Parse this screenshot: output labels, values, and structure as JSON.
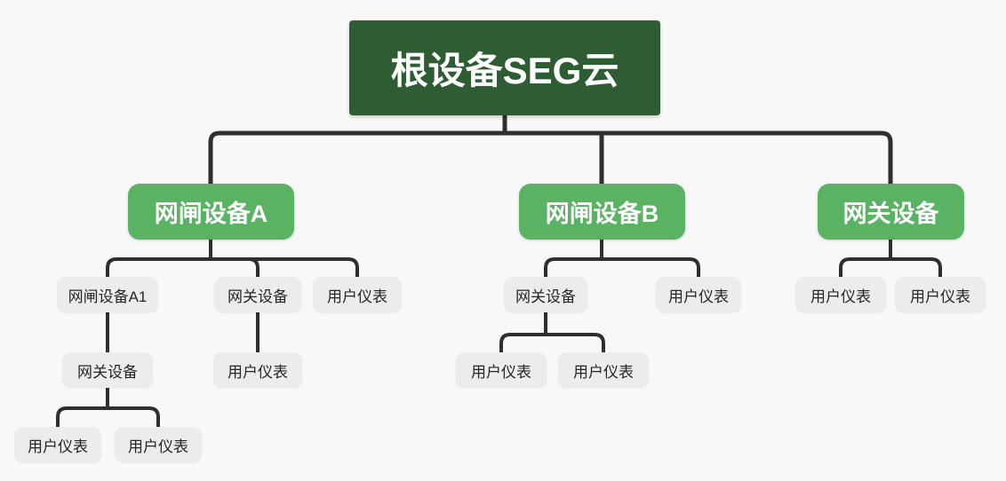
{
  "colors": {
    "canvas_bg": "#f8f8f8",
    "line_color": "#2f2f2f",
    "root_fill": "#2e5c33",
    "root_text": "#ffffff",
    "branch_fill": "#5ab263",
    "branch_text": "#ffffff",
    "leaf_fill": "#ececec",
    "leaf_text": "#262626"
  },
  "diagram": {
    "type": "tree",
    "root": {
      "label": "根设备SEG云",
      "type": "root",
      "children": [
        {
          "label": "网闸设备A",
          "type": "branch",
          "children": [
            {
              "label": "网闸设备A1",
              "type": "leaf",
              "children": [
                {
                  "label": "网关设备",
                  "type": "leaf",
                  "children": [
                    {
                      "label": "用户仪表",
                      "type": "leaf"
                    },
                    {
                      "label": "用户仪表",
                      "type": "leaf"
                    }
                  ]
                }
              ]
            },
            {
              "label": "网关设备",
              "type": "leaf",
              "children": [
                {
                  "label": "用户仪表",
                  "type": "leaf"
                }
              ]
            },
            {
              "label": "用户仪表",
              "type": "leaf"
            }
          ]
        },
        {
          "label": "网闸设备B",
          "type": "branch",
          "children": [
            {
              "label": "网关设备",
              "type": "leaf",
              "children": [
                {
                  "label": "用户仪表",
                  "type": "leaf"
                },
                {
                  "label": "用户仪表",
                  "type": "leaf"
                }
              ]
            },
            {
              "label": "用户仪表",
              "type": "leaf"
            }
          ]
        },
        {
          "label": "网关设备",
          "type": "branch",
          "children": [
            {
              "label": "用户仪表",
              "type": "leaf"
            },
            {
              "label": "用户仪表",
              "type": "leaf"
            }
          ]
        }
      ]
    }
  }
}
